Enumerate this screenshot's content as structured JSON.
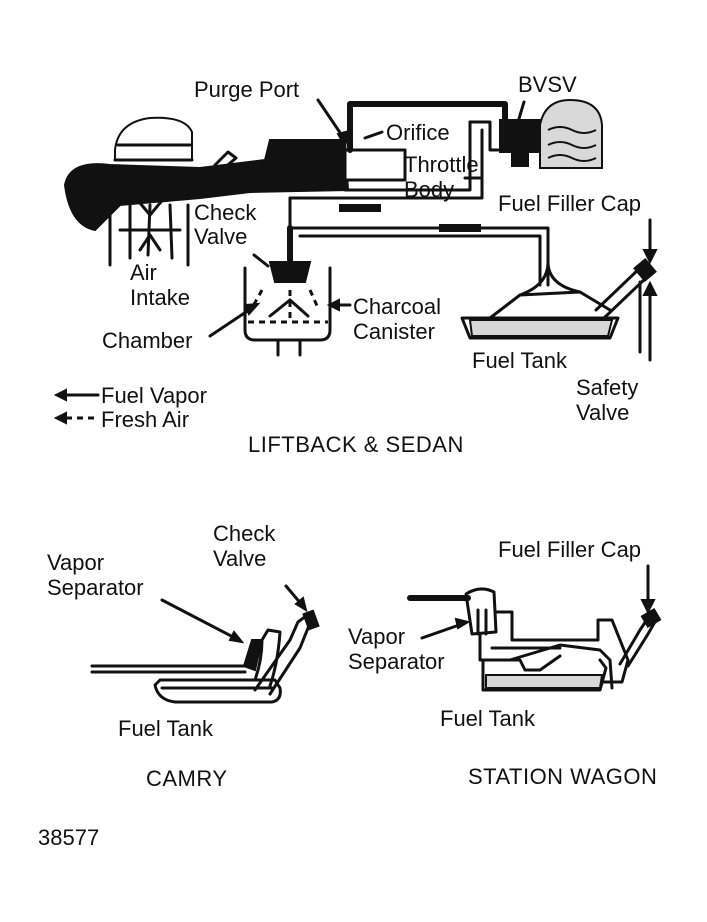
{
  "diagram": {
    "top": {
      "labels": {
        "purge_port": "Purge Port",
        "bvsv": "BVSV",
        "orifice": "Orifice",
        "throttle": "Throttle",
        "body": "Body",
        "check": "Check",
        "valve": "Valve",
        "fuel_filler_cap": "Fuel Filler Cap",
        "air": "Air",
        "intake": "Intake",
        "charcoal": "Charcoal",
        "canister": "Canister",
        "chamber": "Chamber",
        "fuel_tank": "Fuel Tank",
        "safety": "Safety",
        "safety_valve": "Valve"
      },
      "legend": {
        "fuel_vapor": "Fuel Vapor",
        "fresh_air": "Fresh Air"
      },
      "caption": "LIFTBACK & SEDAN"
    },
    "camry": {
      "labels": {
        "check": "Check",
        "valve": "Valve",
        "vapor": "Vapor",
        "separator": "Separator",
        "fuel_tank": "Fuel Tank"
      },
      "caption": "CAMRY"
    },
    "wagon": {
      "labels": {
        "fuel_filler_cap": "Fuel Filler Cap",
        "vapor": "Vapor",
        "separator": "Separator",
        "fuel_tank": "Fuel Tank"
      },
      "caption": "STATION WAGON"
    },
    "figure_number": "38577"
  }
}
